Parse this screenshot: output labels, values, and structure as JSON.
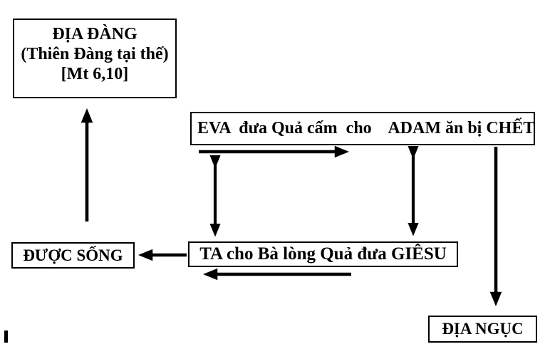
{
  "diagram": {
    "background_color": "#ffffff",
    "line_color": "#000000",
    "boxes": {
      "dia_dang": {
        "line1": "ĐỊA ĐÀNG",
        "line2": "(Thiên Đàng tại thế)",
        "line3": "[Mt 6,10]"
      },
      "eva_adam": {
        "label": "EVA  đưa Quả cấm  cho    ADAM ăn bị CHẾT"
      },
      "duoc_song": {
        "label": "ĐƯỢC SỐNG"
      },
      "ta_giesu": {
        "label": "TA cho Bà lòng Quả đưa GIÊSU"
      },
      "dia_nguc": {
        "label": "ĐỊA NGỤC"
      }
    },
    "arrows": [
      {
        "name": "arrow-duoc-song-to-dia-dang",
        "direction": "up"
      },
      {
        "name": "arrow-eva-to-adam",
        "direction": "right"
      },
      {
        "name": "arrow-eva-ta-double",
        "direction": "both-vertical"
      },
      {
        "name": "arrow-adam-ta-double",
        "direction": "both-vertical"
      },
      {
        "name": "arrow-chet-to-dia-nguc",
        "direction": "down"
      },
      {
        "name": "arrow-ta-to-duoc-song",
        "direction": "left"
      },
      {
        "name": "arrow-giesu-return",
        "direction": "left"
      }
    ]
  }
}
